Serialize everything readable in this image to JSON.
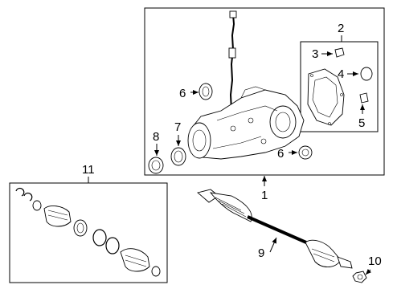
{
  "diagram": {
    "callouts": {
      "c1": "1",
      "c2": "2",
      "c3": "3",
      "c4": "4",
      "c5": "5",
      "c6a": "6",
      "c6b": "6",
      "c7": "7",
      "c8": "8",
      "c9": "9",
      "c10": "10",
      "c11": "11"
    }
  }
}
